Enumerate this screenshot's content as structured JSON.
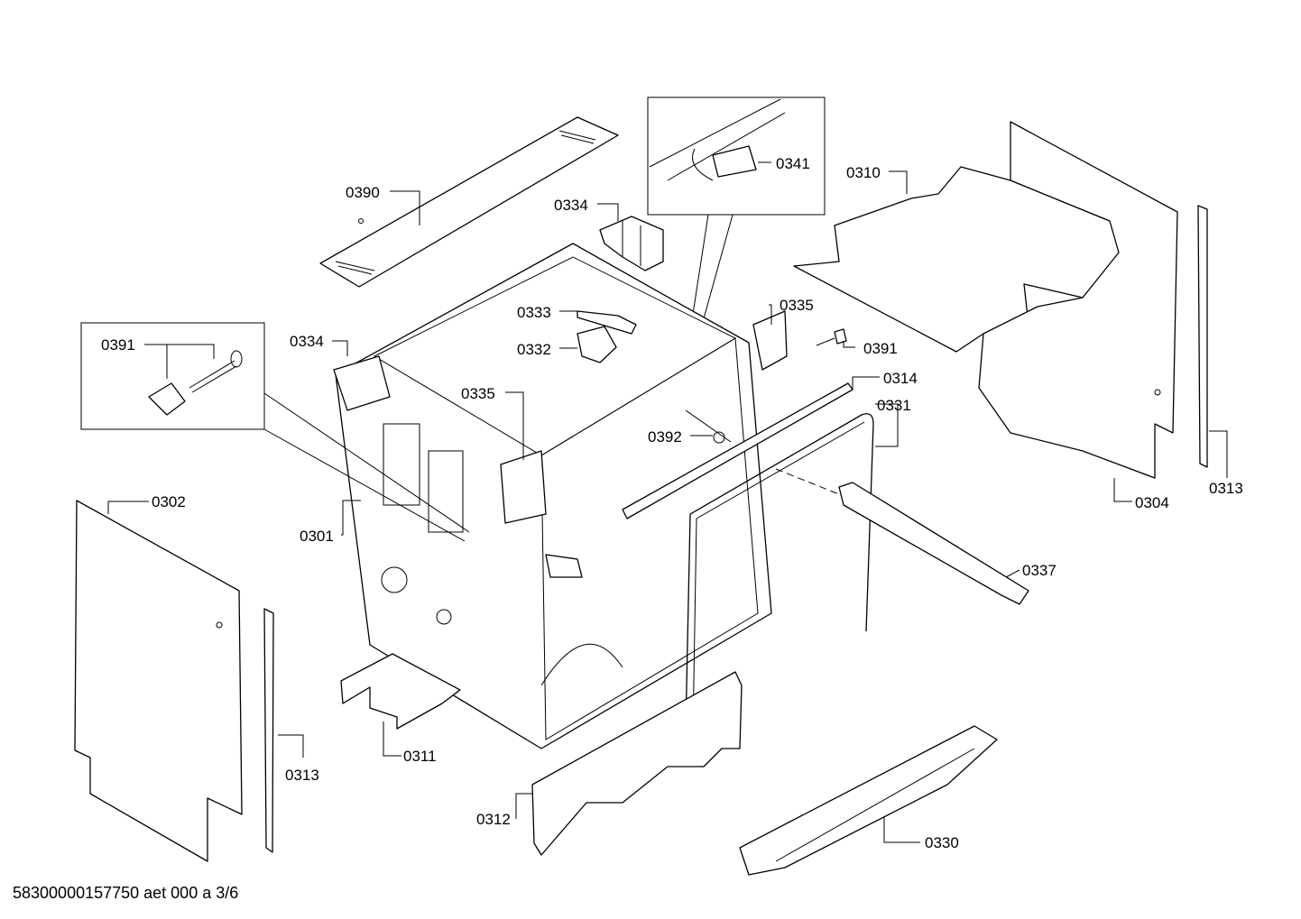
{
  "diagram": {
    "footer": "58300000157750 aet 000 a 3/6",
    "callouts": {
      "c0390": "0390",
      "c0334a": "0334",
      "c0341": "0341",
      "c0310": "0310",
      "c0333": "0333",
      "c0332": "0332",
      "c0335a": "0335",
      "c0391a": "0391",
      "c0334b": "0334",
      "c0391b": "0391",
      "c0314": "0314",
      "c0335b": "0335",
      "c0331": "0331",
      "c0392": "0392",
      "c0302": "0302",
      "c0304": "0304",
      "c0313a": "0313",
      "c0301": "0301",
      "c0337": "0337",
      "c0313b": "0313",
      "c0311": "0311",
      "c0312": "0312",
      "c0330": "0330"
    },
    "icons": [
      "dishwasher-tub-exploded-view"
    ]
  }
}
